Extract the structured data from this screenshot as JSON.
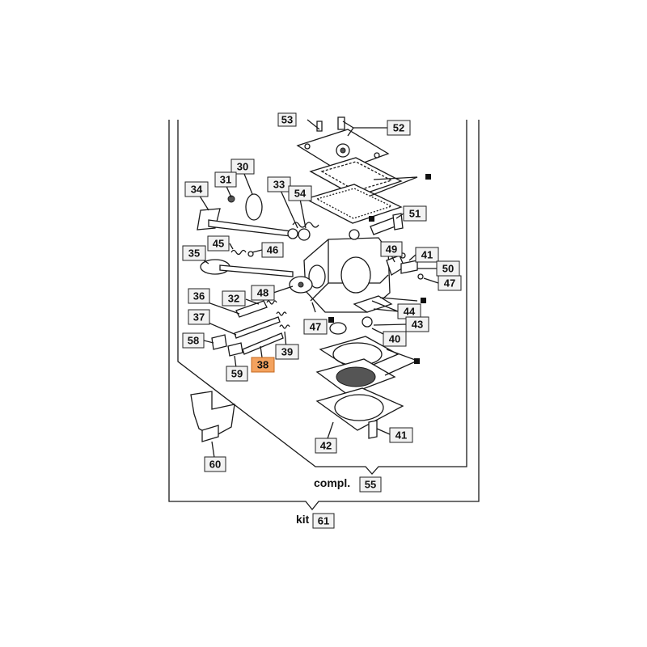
{
  "diagram": {
    "highlight_color": "#f3a25e",
    "captions": {
      "compl_word": "compl.",
      "compl_num": "55",
      "kit_word": "kit",
      "kit_num": "61"
    },
    "callouts": {
      "c53": "53",
      "c52": "52",
      "c51": "51",
      "c30": "30",
      "c31": "31",
      "c33": "33",
      "c54": "54",
      "c34": "34",
      "c45": "45",
      "c46": "46",
      "c35": "35",
      "c49": "49",
      "c41a": "41",
      "c50": "50",
      "c47a": "47",
      "c48": "48",
      "c36": "36",
      "c32": "32",
      "c44": "44",
      "c37": "37",
      "c47b": "47",
      "c43": "43",
      "c40": "40",
      "c58": "58",
      "c39": "39",
      "c38": "38",
      "c59": "59",
      "c41b": "41",
      "c42": "42",
      "c60": "60"
    }
  }
}
